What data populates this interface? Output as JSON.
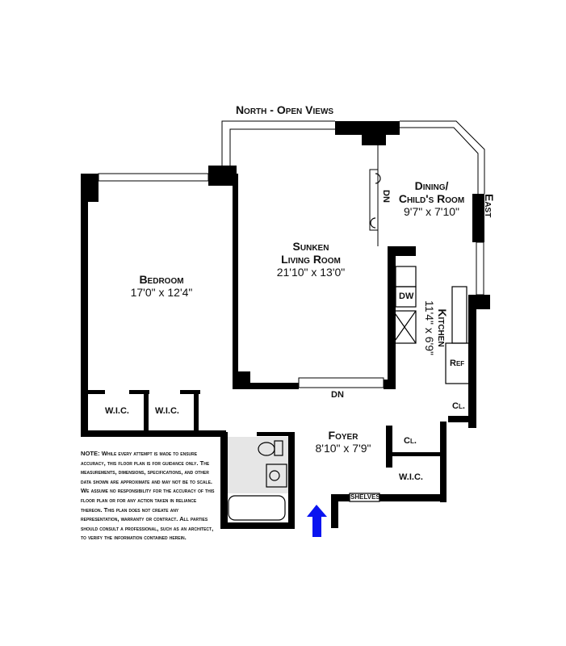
{
  "orientation": {
    "north": "North - Open Views",
    "east": "East"
  },
  "rooms": {
    "bedroom": {
      "name": "Bedroom",
      "dim": "17'0\" x 12'4\""
    },
    "living": {
      "name1": "Sunken",
      "name2": "Living Room",
      "dim": "21'10\" x 13'0\""
    },
    "dining": {
      "name1": "Dining/",
      "name2": "Child's Room",
      "dim": "9'7\" x 7'10\""
    },
    "kitchen": {
      "name": "Kitchen",
      "dim": "11'4\" x 6'9\""
    },
    "foyer": {
      "name": "Foyer",
      "dim": "8'10\" x 7'9\""
    }
  },
  "labels": {
    "wic": "W.I.C.",
    "cl": "Cl.",
    "dn": "DN",
    "dw": "DW",
    "ref": "Ref",
    "shelves": "SHELVES"
  },
  "note": "NOTE: While every attempt is made to ensure accuracy, this floor plan is for guidance only. The measurements, dimensions, specifications, and other data shown are approximate and may not be to scale. We assume no responsibility for the accuracy of this floor plan or for any action taken in reliance thereon. This plan does not create any representation, warranty or contract. All parties should consult a professional, such as an architect, to verify the information contained herein.",
  "colors": {
    "wall": "#000000",
    "bath_floor": "#e6e6e6",
    "entry_arrow": "#0a14f0"
  }
}
